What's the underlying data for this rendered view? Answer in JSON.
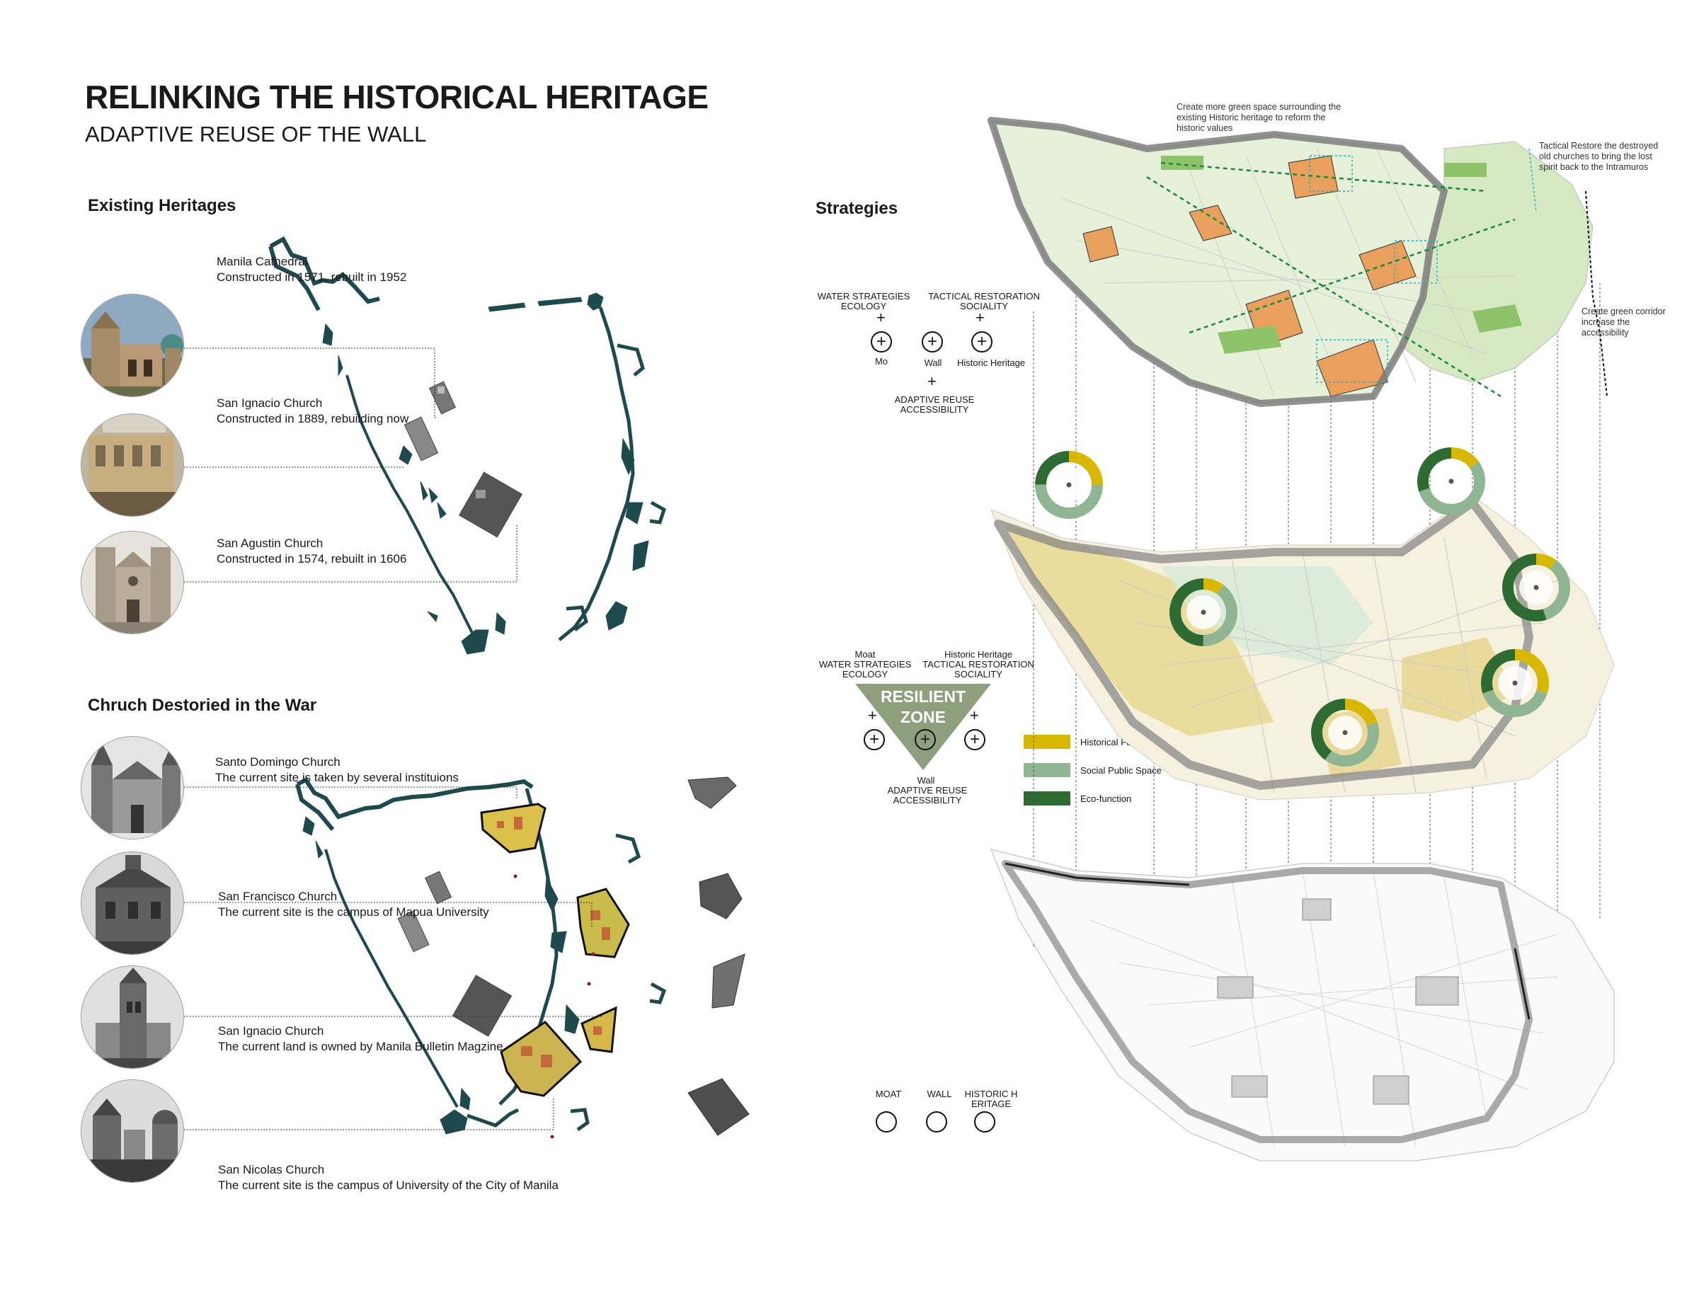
{
  "header": {
    "title": "RELINKING THE HISTORICAL HERITAGE",
    "subtitle": "ADAPTIVE REUSE OF THE WALL"
  },
  "existing": {
    "heading": "Existing Heritages",
    "items": [
      {
        "name": "Manila Cathedral",
        "desc": "Constructed in 1571, rebuilt in 1952"
      },
      {
        "name": "San Ignacio Church",
        "desc": "Constructed in 1889, rebuilding now"
      },
      {
        "name": "San Agustin Church",
        "desc": "Constructed in 1574, rebuilt in 1606"
      }
    ]
  },
  "destroyed": {
    "heading": "Chruch Destoried in the War",
    "items": [
      {
        "name": "Santo Domingo Church",
        "desc": "The current site is taken by several instituions"
      },
      {
        "name": "San Francisco Church",
        "desc": "The current site is the campus of  Mapua University"
      },
      {
        "name": "San Ignacio Church",
        "desc": "The current land is owned by Manila Bulletin Magzine"
      },
      {
        "name": "San Nicolas Church",
        "desc": "The current site is the campus of University of the City of Manila"
      }
    ]
  },
  "strategies": {
    "heading": "Strategies",
    "top": {
      "water_l1": "WATER STRATEGIES",
      "water_l2": "ECOLOGY",
      "tact_l1": "TACTICAL RESTORATION",
      "tact_l2": "SOCIALITY",
      "mo": "Mo",
      "wall": "Wall",
      "historic": "Historic Heritage",
      "adapt_l1": "ADAPTIVE REUSE",
      "adapt_l2": "ACCESSIBILITY"
    },
    "mid": {
      "moat": "Moat",
      "water_l1": "WATER STRATEGIES",
      "water_l2": "ECOLOGY",
      "historic": "Historic Heritage",
      "tact_l1": "TACTICAL RESTORATION",
      "tact_l2": "SOCIALITY",
      "zone_l1": "RESILIENT",
      "zone_l2": "ZONE",
      "wall": "Wall",
      "adapt_l1": "ADAPTIVE REUSE",
      "adapt_l2": "ACCESSIBILITY"
    },
    "bottom": {
      "moat": "MOAT",
      "wall": "WALL",
      "historic_l1": "HISTORIC H",
      "historic_l2": "ERITAGE"
    },
    "legend": [
      {
        "label": "Historical Function",
        "color": "#d8b700"
      },
      {
        "label": "Social Public Space",
        "color": "#8fb592"
      },
      {
        "label": "Eco-function",
        "color": "#2e6b32"
      }
    ]
  },
  "notes": {
    "green_space": [
      "Create more green space surrounding the",
      "existing Historic heritage to reform the",
      "historic values"
    ],
    "tactical": [
      "Tactical Restore the destroyed",
      "old churches to bring the lost",
      "spirit back to the Intramuros"
    ],
    "corridor": [
      "Create green corridor",
      "increase the",
      "accessibility"
    ]
  },
  "colors": {
    "wall": "#1f4a4d",
    "historical": "#d8b700",
    "social": "#8fb592",
    "eco": "#2e6b32",
    "orange": "#e9a05d",
    "green_light": "#d3e6b9"
  },
  "donuts": [
    {
      "historical": 0.25,
      "social": 0.5,
      "eco": 0.25
    },
    {
      "historical": 0.15,
      "social": 0.55,
      "eco": 0.3
    },
    {
      "historical": 0.1,
      "social": 0.4,
      "eco": 0.5
    },
    {
      "historical": 0.1,
      "social": 0.35,
      "eco": 0.55
    },
    {
      "historical": 0.3,
      "social": 0.4,
      "eco": 0.3
    },
    {
      "historical": 0.2,
      "social": 0.4,
      "eco": 0.4
    }
  ]
}
